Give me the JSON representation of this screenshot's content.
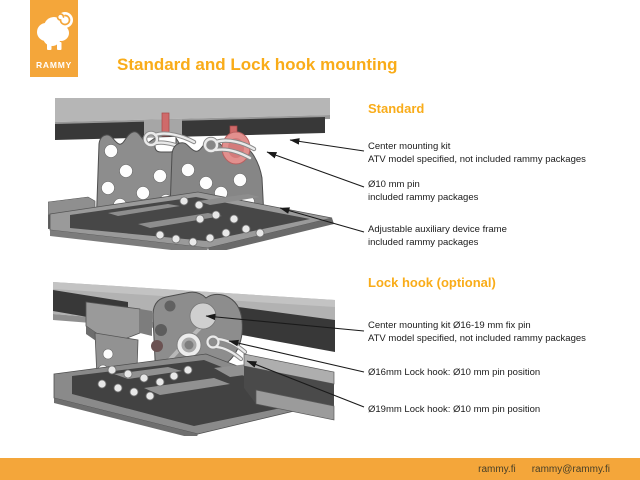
{
  "colors": {
    "brand_orange": "#F4A63A",
    "accent_orange": "#F9AC19",
    "body_text": "#1B1B1B",
    "footer_text": "#473F28",
    "highlight_pin_red": "#CF6A6A"
  },
  "logo": {
    "brand": "RAMMY",
    "icon": "ram-icon"
  },
  "title": "Standard and Lock hook mounting",
  "sections": {
    "standard": {
      "heading": "Standard",
      "annotations": [
        {
          "line1": "Center mounting kit",
          "line2": "ATV model specified, not included rammy packages"
        },
        {
          "line1": "Ø10 mm pin",
          "line2": "included rammy packages"
        },
        {
          "line1": "Adjustable auxiliary device frame",
          "line2": "included rammy packages"
        }
      ]
    },
    "lock_hook": {
      "heading": "Lock hook (optional)",
      "annotations": [
        {
          "line1": "Center mounting kit Ø16-19 mm fix pin",
          "line2": "ATV model specified, not included rammy packages"
        },
        {
          "line1": "Ø16mm Lock hook: Ø10 mm pin position",
          "line2": ""
        },
        {
          "line1": "Ø19mm Lock hook: Ø10 mm pin position",
          "line2": ""
        }
      ]
    }
  },
  "diagrams": {
    "standard": "standard-mounting-diagram",
    "lock_hook": "lock-hook-diagram"
  },
  "footer": {
    "website": "rammy.fi",
    "email": "rammy@rammy.fi"
  }
}
